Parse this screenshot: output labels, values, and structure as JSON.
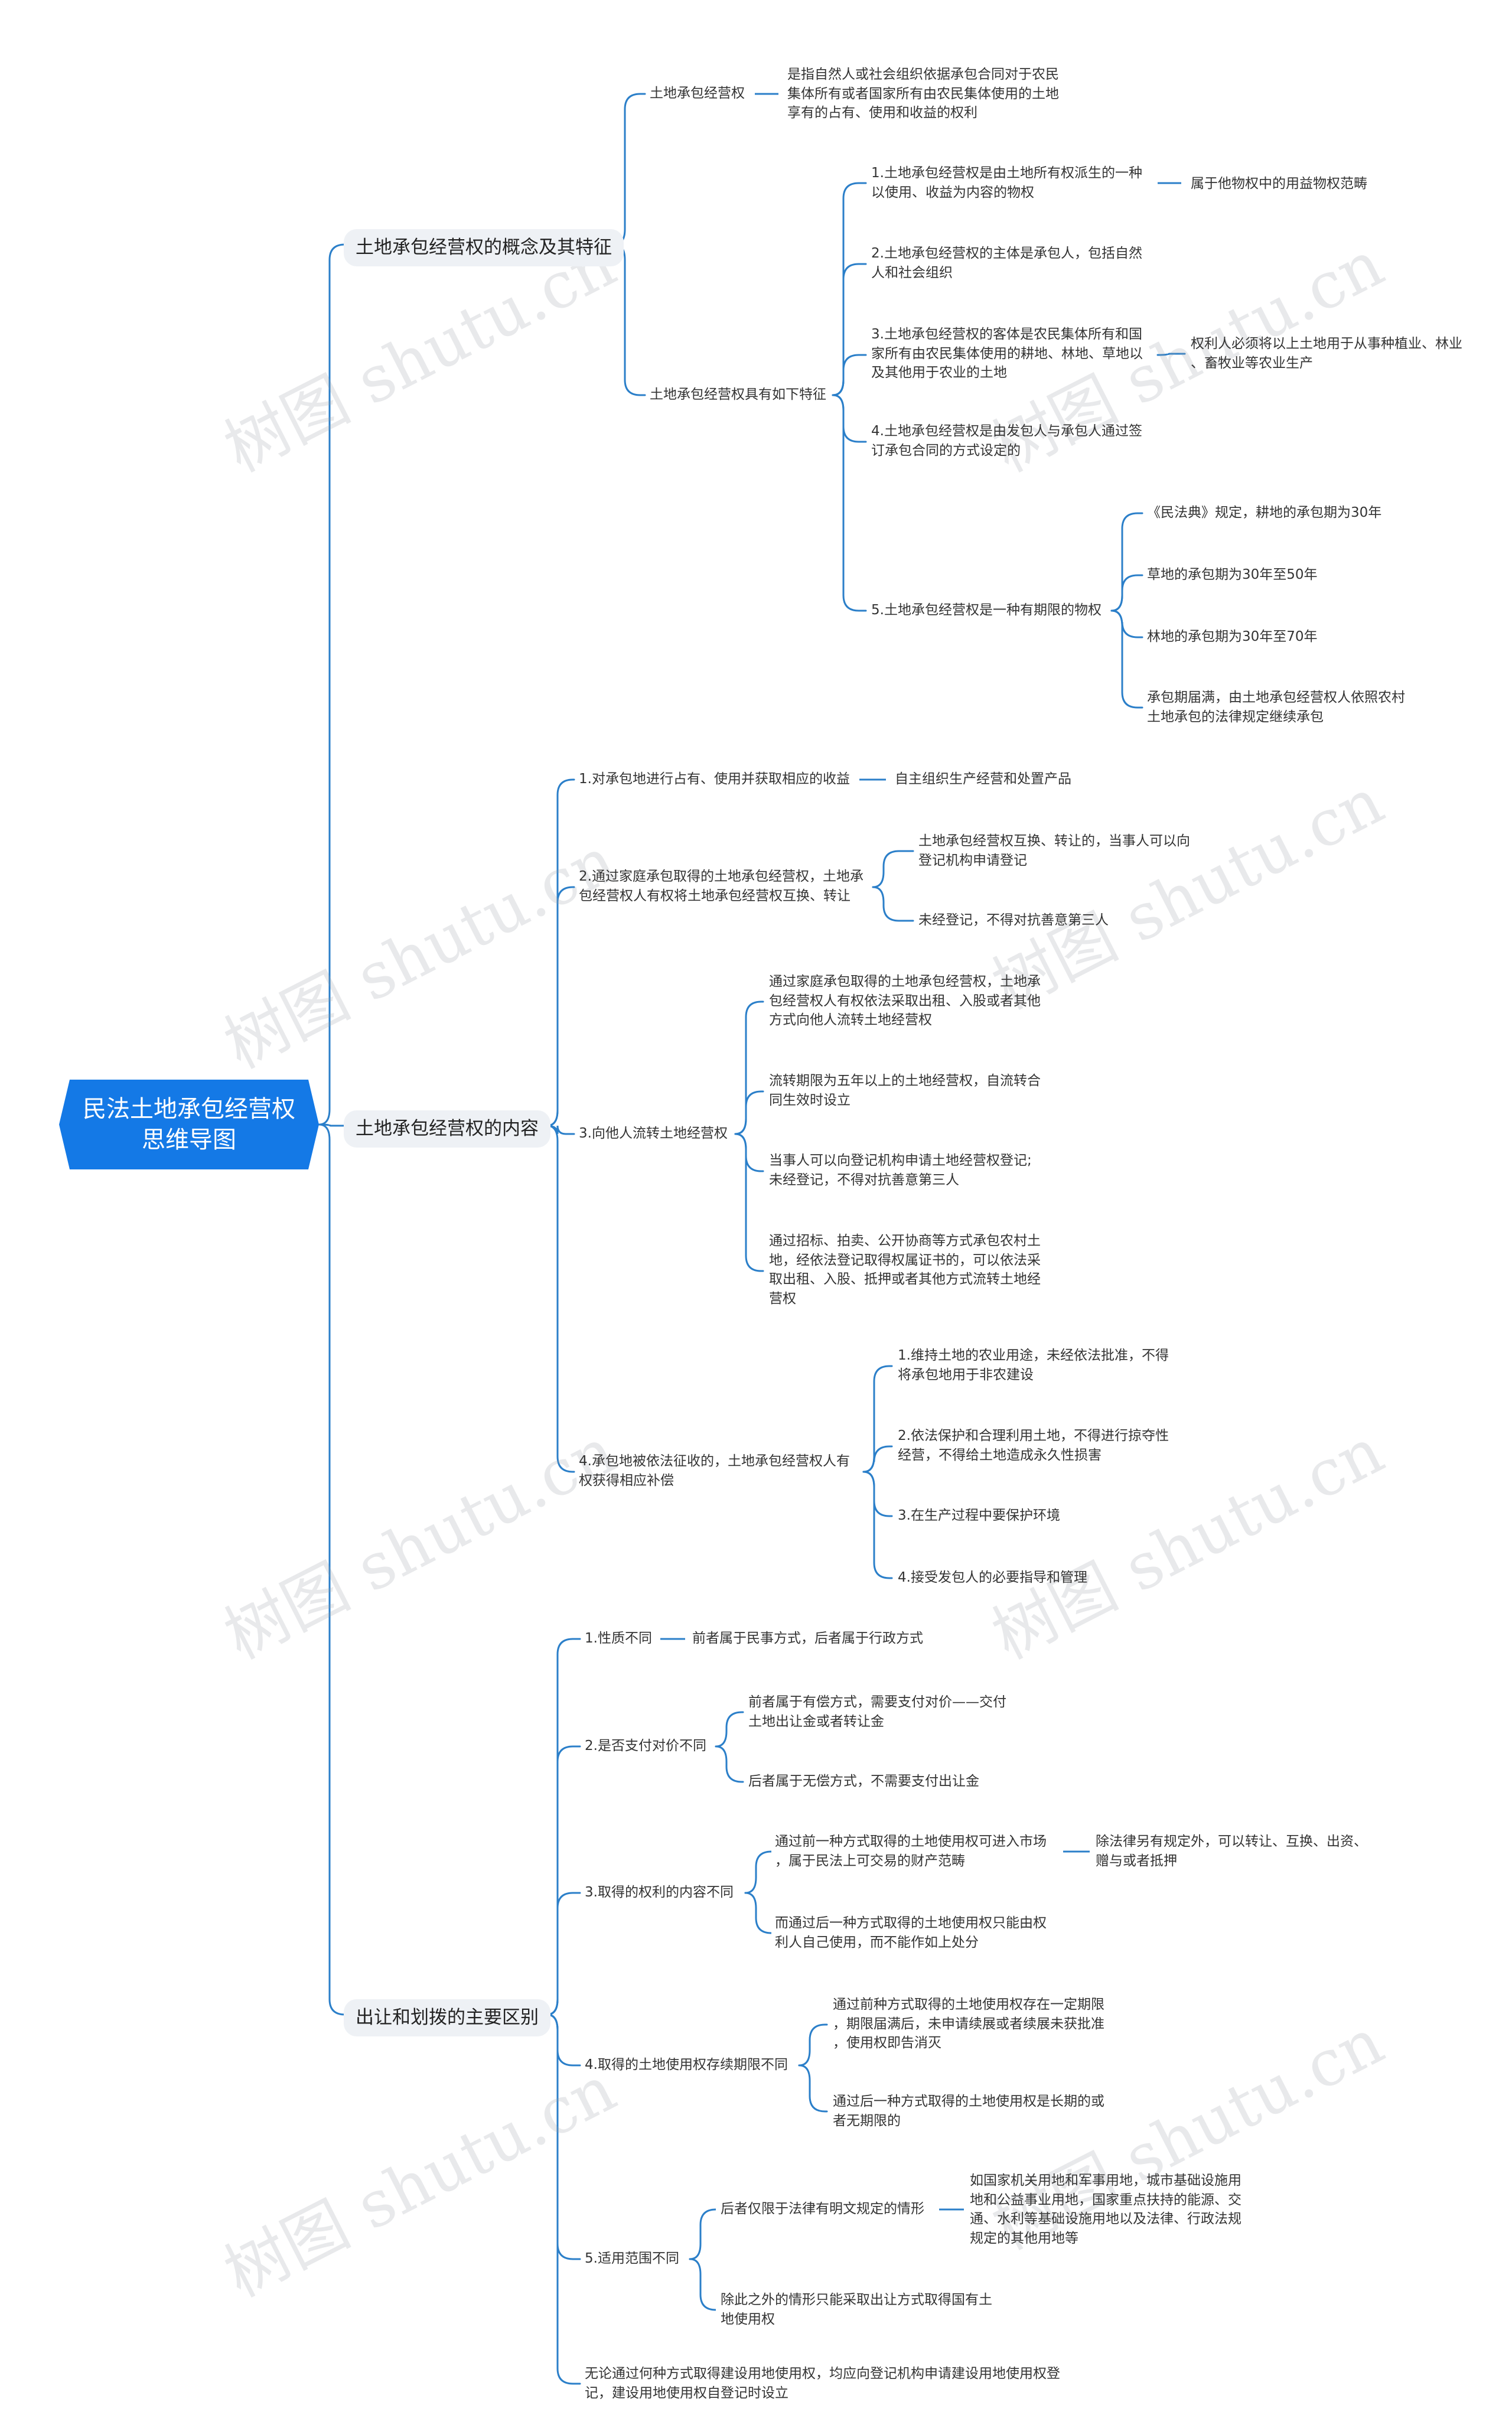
{
  "root": "民法土地承包经营权\n思维导图",
  "watermark": "树图 shutu.cn",
  "branches": {
    "concept": {
      "title": "土地承包经营权的概念及其特征",
      "definition_label": "土地承包经营权",
      "definition_text": "是指自然人或社会组织依据承包合同对于农民\n集体所有或者国家所有由农民集体使用的土地\n享有的占有、使用和收益的权利",
      "features_label": "土地承包经营权具有如下特征",
      "f1": "1.土地承包经营权是由土地所有权派生的一种\n以使用、收益为内容的物权",
      "f1_note": "属于他物权中的用益物权范畴",
      "f2": "2.土地承包经营权的主体是承包人，包括自然\n人和社会组织",
      "f3": "3.土地承包经营权的客体是农民集体所有和国\n家所有由农民集体使用的耕地、林地、草地以\n及其他用于农业的土地",
      "f3_note": "权利人必须将以上土地用于从事种植业、林业\n、畜牧业等农业生产",
      "f4": "4.土地承包经营权是由发包人与承包人通过签\n订承包合同的方式设定的",
      "f5": "5.土地承包经营权是一种有期限的物权",
      "f5_a": "《民法典》规定，耕地的承包期为30年",
      "f5_b": "草地的承包期为30年至50年",
      "f5_c": "林地的承包期为30年至70年",
      "f5_d": "承包期届满，由土地承包经营权人依照农村\n土地承包的法律规定继续承包"
    },
    "content": {
      "title": "土地承包经营权的内容",
      "c1": "1.对承包地进行占有、使用并获取相应的收益",
      "c1_note": "自主组织生产经营和处置产品",
      "c2": "2.通过家庭承包取得的土地承包经营权，土地承\n包经营权人有权将土地承包经营权互换、转让",
      "c2_a": "土地承包经营权互换、转让的，当事人可以向\n登记机构申请登记",
      "c2_b": "未经登记，不得对抗善意第三人",
      "c3": "3.向他人流转土地经营权",
      "c3_a": "通过家庭承包取得的土地承包经营权，土地承\n包经营权人有权依法采取出租、入股或者其他\n方式向他人流转土地经营权",
      "c3_b": "流转期限为五年以上的土地经营权，自流转合\n同生效时设立",
      "c3_c": "当事人可以向登记机构申请土地经营权登记;\n未经登记，不得对抗善意第三人",
      "c3_d": "通过招标、拍卖、公开协商等方式承包农村土\n地，经依法登记取得权属证书的，可以依法采\n取出租、入股、抵押或者其他方式流转土地经\n营权",
      "c4": "4.承包地被依法征收的，土地承包经营权人有\n权获得相应补偿",
      "c4_a": "1.维持土地的农业用途，未经依法批准，不得\n将承包地用于非农建设",
      "c4_b": "2.依法保护和合理利用土地，不得进行掠夺性\n经营，不得给土地造成永久性损害",
      "c4_c": "3.在生产过程中要保护环境",
      "c4_d": "4.接受发包人的必要指导和管理"
    },
    "diff": {
      "title": "出让和划拨的主要区别",
      "d1": "1.性质不同",
      "d1_note": "前者属于民事方式，后者属于行政方式",
      "d2": "2.是否支付对价不同",
      "d2_a": "前者属于有偿方式，需要支付对价——交付\n土地出让金或者转让金",
      "d2_b": "后者属于无偿方式，不需要支付出让金",
      "d3": "3.取得的权利的内容不同",
      "d3_a": "通过前一种方式取得的土地使用权可进入市场\n，属于民法上可交易的财产范畴",
      "d3_a_note": "除法律另有规定外，可以转让、互换、出资、\n赠与或者抵押",
      "d3_b": "而通过后一种方式取得的土地使用权只能由权\n利人自己使用，而不能作如上处分",
      "d4": "4.取得的土地使用权存续期限不同",
      "d4_a": "通过前种方式取得的土地使用权存在一定期限\n，期限届满后，未申请续展或者续展未获批准\n，使用权即告消灭",
      "d4_b": "通过后一种方式取得的土地使用权是长期的或\n者无期限的",
      "d5": "5.适用范围不同",
      "d5_a": "后者仅限于法律有明文规定的情形",
      "d5_a_note": "如国家机关用地和军事用地，城市基础设施用\n地和公益事业用地，国家重点扶持的能源、交\n通、水利等基础设施用地以及法律、行政法规\n规定的其他用地等",
      "d5_b": "除此之外的情形只能采取出让方式取得国有土\n地使用权",
      "d6": "无论通过何种方式取得建设用地使用权，均应向登记机构申请建设用地使用权登\n记，建设用地使用权自登记时设立"
    }
  }
}
